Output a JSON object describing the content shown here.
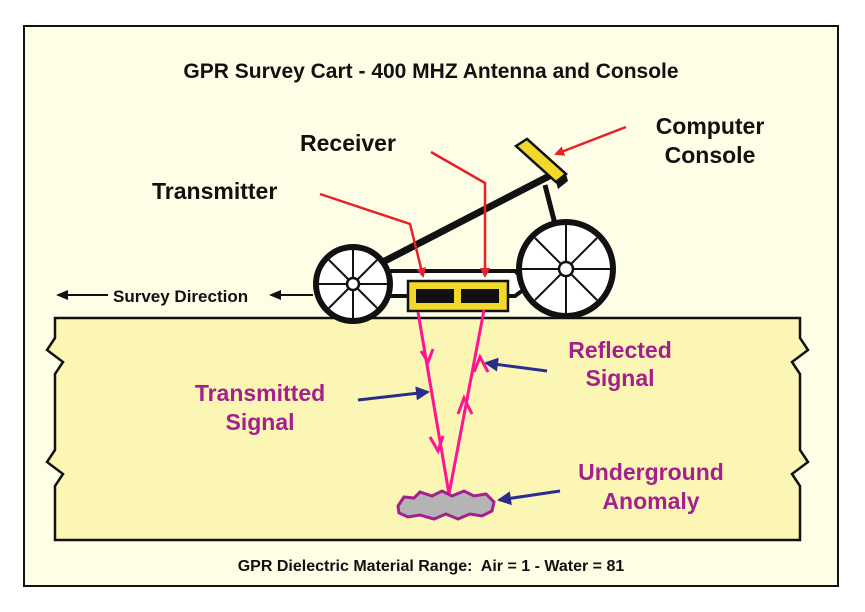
{
  "title": "GPR Survey Cart - 400 MHZ Antenna and Console",
  "labels": {
    "receiver": "Receiver",
    "transmitter": "Transmitter",
    "computer_console_line1": "Computer",
    "computer_console_line2": "Console",
    "survey_direction": "Survey Direction",
    "reflected_signal_line1": "Reflected",
    "reflected_signal_line2": "Signal",
    "transmitted_signal_line1": "Transmitted",
    "transmitted_signal_line2": "Signal",
    "underground_anomaly_line1": "Underground",
    "underground_anomaly_line2": "Anomaly"
  },
  "footer": "GPR Dielectric Material Range:  Air = 1 - Water = 81",
  "colors": {
    "background": "#fefee6",
    "ground": "#fbf6b4",
    "border": "#111111",
    "pointer_red": "#e8202a",
    "pointer_blue": "#2b2d8c",
    "signal_magenta": "#ff1493",
    "signal_label": "#a3208e",
    "antenna_yellow": "#f2d82b",
    "anomaly_gray": "#b4b4b4"
  }
}
